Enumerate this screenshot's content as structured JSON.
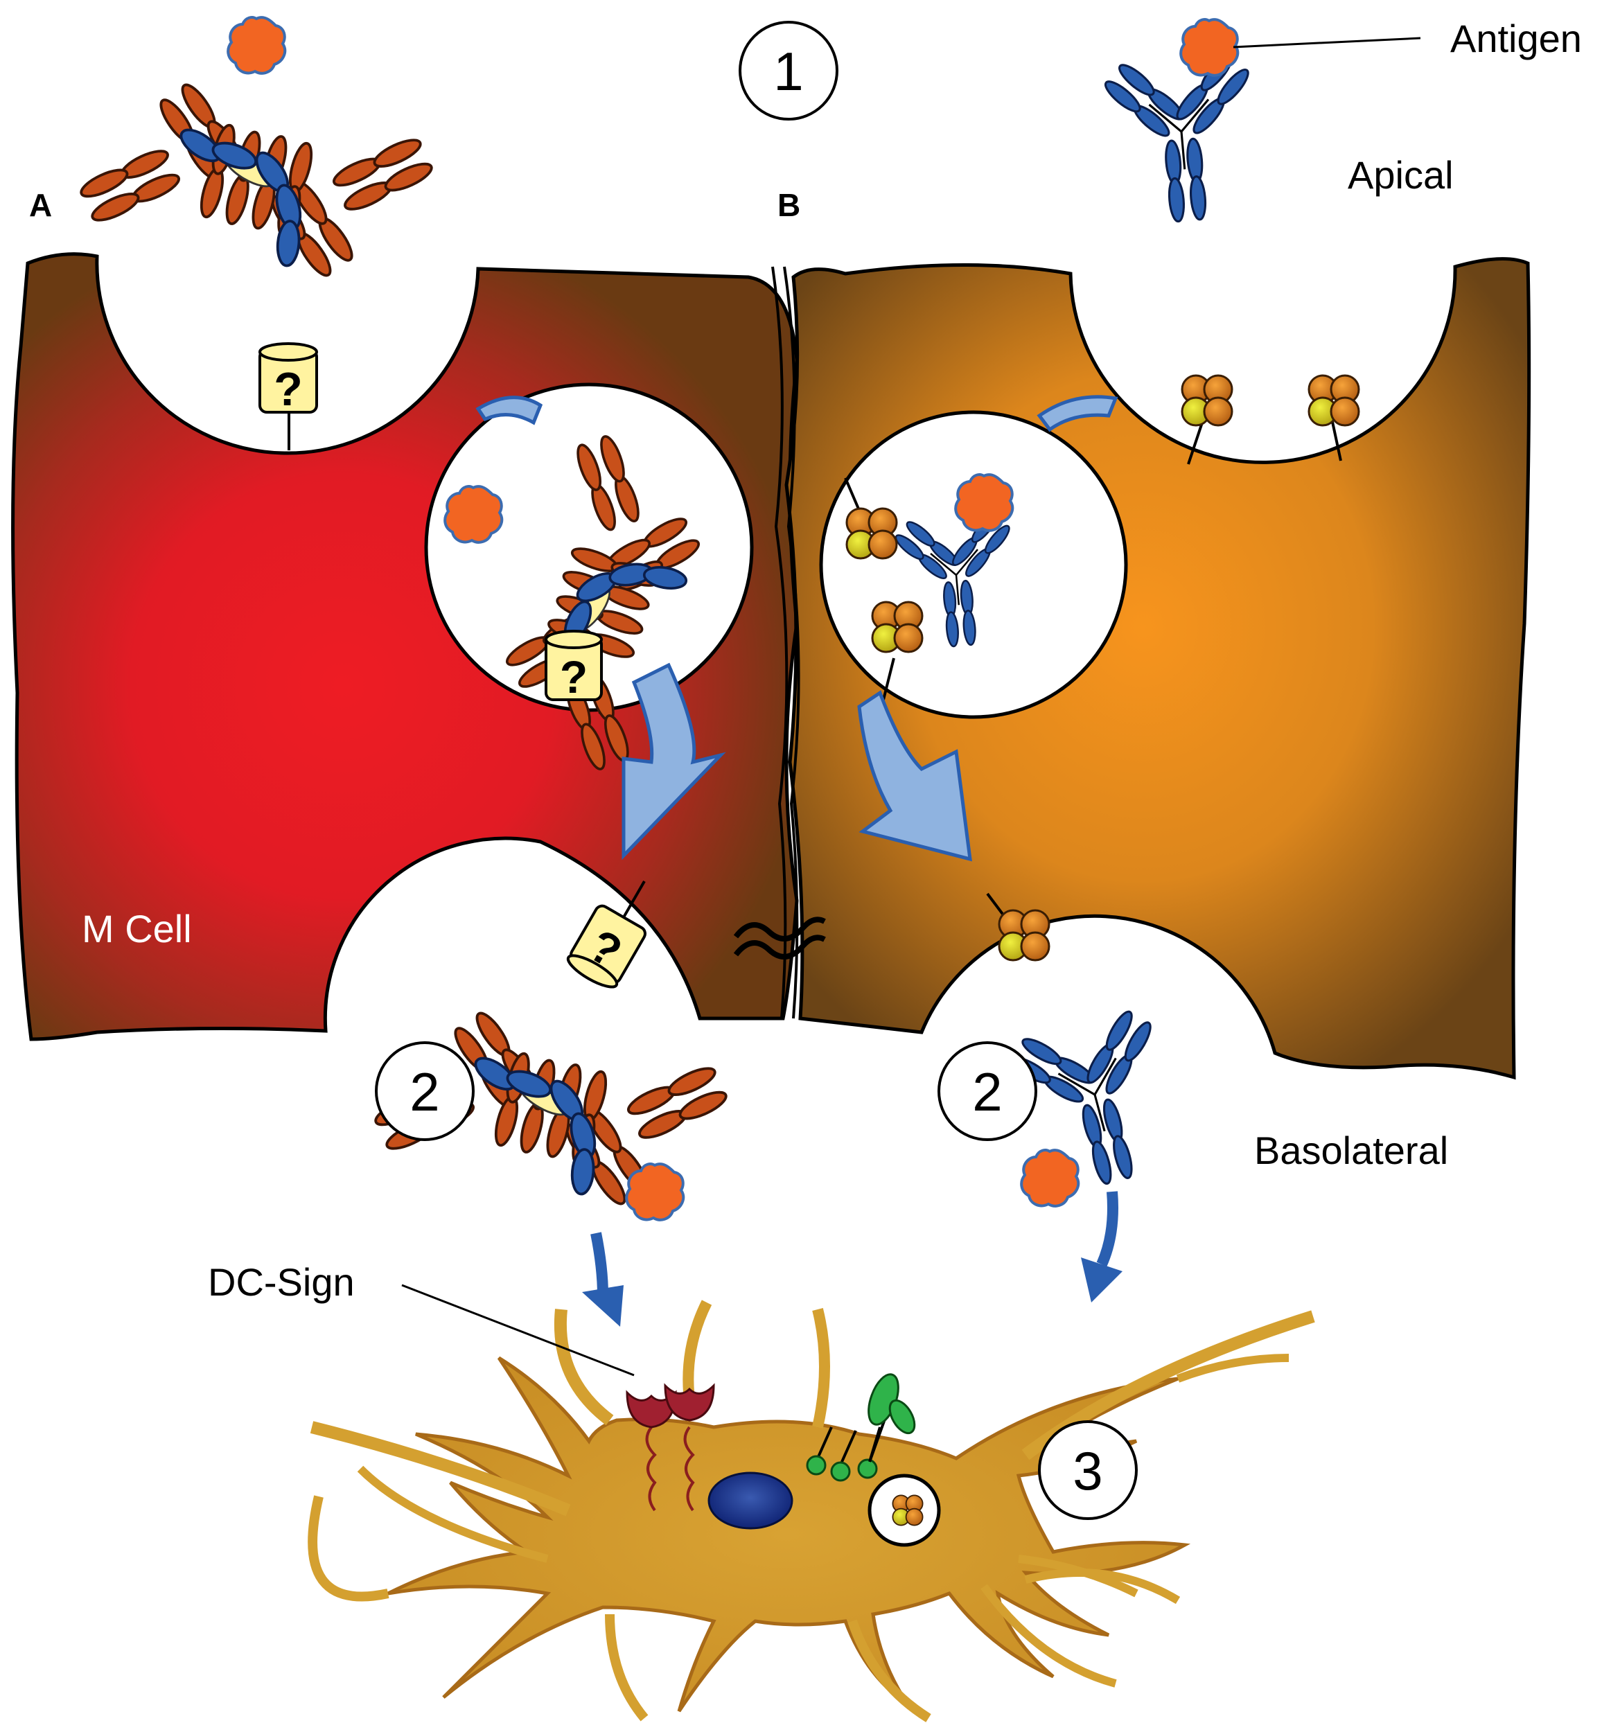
{
  "panels": {
    "a": "A",
    "b": "B"
  },
  "labels": {
    "antigen": "Antigen",
    "apical": "Apical",
    "basolateral": "Basolateral",
    "m_cell": "M Cell",
    "dc_sign": "DC-Sign",
    "receptor_mark": "?"
  },
  "steps": {
    "s1": "1",
    "s2a": "2",
    "s2b": "2",
    "s3": "3"
  },
  "colors": {
    "m_cell_center": "#ec1c24",
    "m_cell_edge": "#6a3a12",
    "enterocyte_center": "#f7941d",
    "enterocyte_edge": "#6b4416",
    "antibody_blue": "#2a5fb0",
    "antibody_orange": "#c8501a",
    "antigen": "#f26522",
    "transport_arrow": "#8fb3e0",
    "dc_body": "#d4a030",
    "receptor_yellow": "#fff3a0"
  }
}
